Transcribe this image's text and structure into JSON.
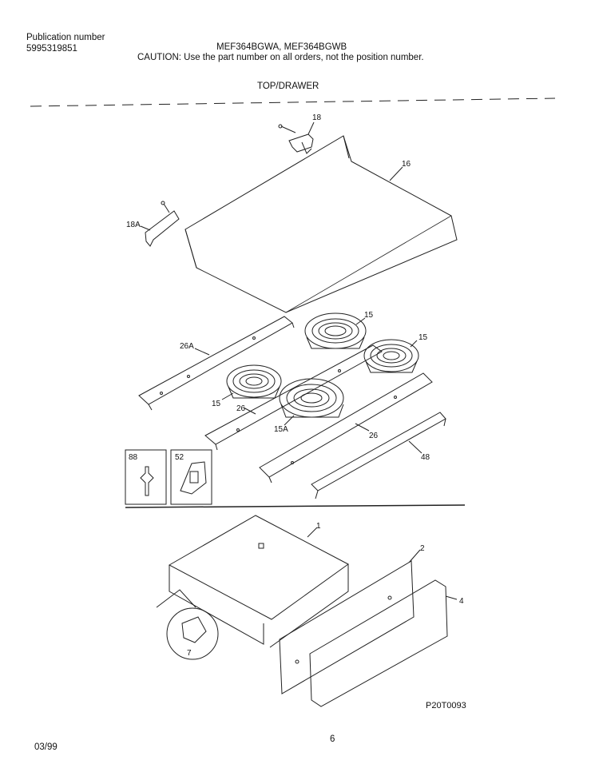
{
  "header": {
    "publication_label": "Publication number",
    "publication_number": "5995319851",
    "models": "MEF364BGWA, MEF364BGWB",
    "caution": "CAUTION:  Use the part number on all orders, not the position number.",
    "section_title": "TOP/DRAWER"
  },
  "callouts": {
    "c18": "18",
    "c16": "16",
    "c18a": "18A",
    "c15a": "15",
    "c15b": "15",
    "c26a": "26A",
    "c15c": "15",
    "c26a2": "26",
    "c15A": "15A",
    "c26b": "26",
    "c48": "48",
    "c88": "88",
    "c52": "52",
    "c1": "1",
    "c2": "2",
    "c4": "4",
    "c7": "7"
  },
  "footer": {
    "image_id": "P20T0093",
    "date": "03/99",
    "page": "6"
  }
}
